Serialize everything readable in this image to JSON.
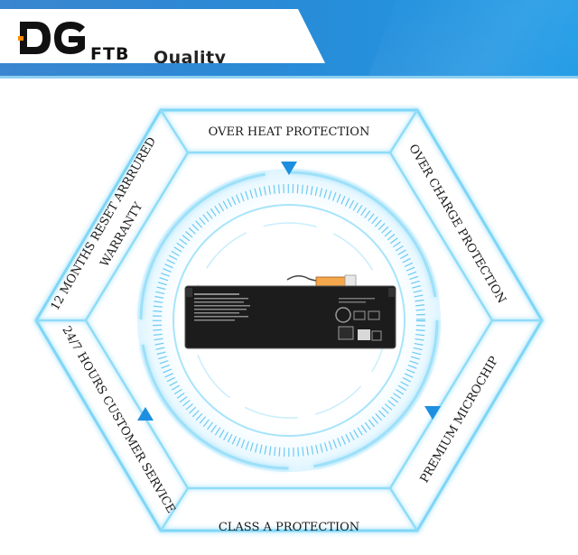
{
  "brand": {
    "logo_letters": "DG",
    "logo_sub": "FTB",
    "tagline": "Quality Assurance"
  },
  "features": {
    "top": "OVER HEAT PROTECTION",
    "upper_right": "OVER CHARGE PROTECTION",
    "lower_right": "PREMIUM MICROCHIP",
    "bottom": "CLASS A PROTECTION",
    "lower_left": "24/7 HOURS CUSTOMER SERVICE",
    "upper_left_line1": "12 MONTHS RESET ARRRURED",
    "upper_left_line2": "WARRANTY"
  },
  "colors": {
    "accent": "#1e8fe0",
    "glow": "#7fd6f7",
    "header_left": "#3a86d0",
    "header_right": "#1d9ae6",
    "battery": "#1c1c1c"
  }
}
